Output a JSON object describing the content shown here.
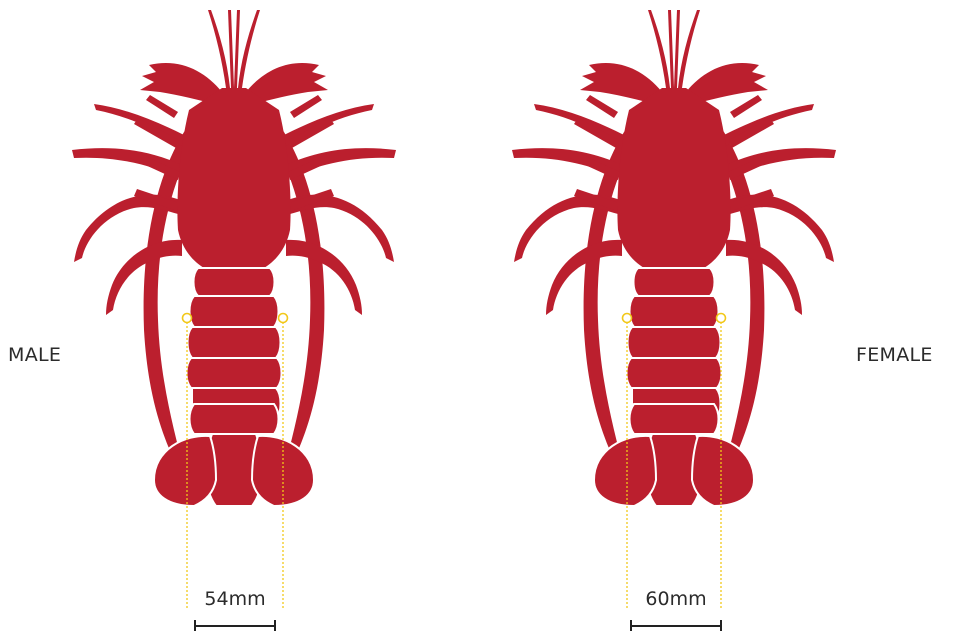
{
  "colors": {
    "lobster": "#bb1f2e",
    "outline": "#ffffff",
    "guide": "#f2c81a",
    "text": "#2b2b2b",
    "scale_bar": "#222222"
  },
  "male": {
    "label": "MALE",
    "measurement": "54mm"
  },
  "female": {
    "label": "FEMALE",
    "measurement": "60mm"
  }
}
